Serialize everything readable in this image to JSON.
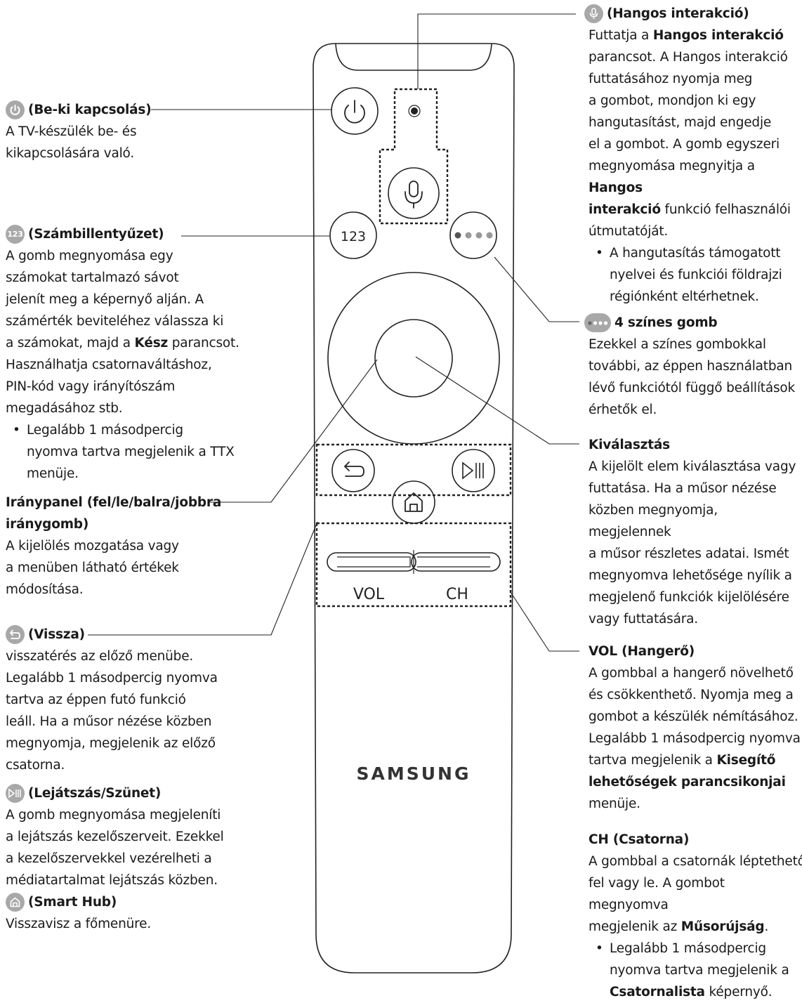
{
  "remote": {
    "btn_123": "123",
    "vol_label": "VOL",
    "ch_label": "CH",
    "brand": "SAMSUNG"
  },
  "power": {
    "title": "(Be-ki kapcsolás)",
    "desc_1": "A TV-készülék be- és",
    "desc_2": "kikapcsolására való."
  },
  "numpad": {
    "icon_text": "123",
    "title": "(Számbillentyűzet)",
    "desc": [
      "A gomb megnyomása egy",
      "számokat tartalmazó sávot",
      "jelenít meg a képernyő alján. A",
      "számérték beviteléhez válassza ki"
    ],
    "desc5_pre": "a számokat, majd a ",
    "desc5_bold": "Kész",
    "desc5_post": " parancsot.",
    "desc6": "Használhatja csatornaváltáshoz,",
    "desc7": "PIN-kód vagy irányítószám",
    "desc8": "megadásához stb.",
    "bullet_1": "Legalább 1 másodpercig",
    "bullet_2": "nyomva tartva megjelenik a TTX",
    "bullet_3": "menüje."
  },
  "dpad": {
    "title_1": "Iránypanel (fel/le/balra/jobbra",
    "title_2": "iránygomb)",
    "desc": [
      "A kijelölés mozgatása vagy",
      "a menüben látható értékek",
      "módosítása."
    ]
  },
  "back": {
    "title": "(Vissza)",
    "desc": [
      "visszatérés az előző menübe.",
      "Legalább 1 másodpercig nyomva",
      "tartva az éppen futó funkció",
      "leáll. Ha a műsor nézése közben",
      "megnyomja, megjelenik az előző",
      "csatorna."
    ]
  },
  "playpause": {
    "title": "(Lejátszás/Szünet)",
    "desc": [
      "A gomb megnyomása megjeleníti",
      "a lejátszás kezelőszerveit. Ezekkel",
      "a kezelőszervekkel vezérelheti a",
      "médiatartalmat lejátszás közben."
    ]
  },
  "smarthub": {
    "title": "(Smart Hub)",
    "desc": "Visszavisz a főmenüre."
  },
  "voice": {
    "title": "(Hangos interakció)",
    "l1_pre": "Futtatja a ",
    "l1_bold": "Hangos interakció",
    "l2": "parancsot. A Hangos interakció",
    "l3": "futtatásához nyomja meg",
    "l4": "a gombot, mondjon ki egy",
    "l5": "hangutasítást, majd engedje",
    "l6": "el a gombot. A gomb egyszeri",
    "l7_pre": "megnyomása megnyitja a ",
    "l7_bold": "Hangos",
    "l8_bold": "interakció",
    "l8_post": " funkció felhasználói",
    "l9": "útmutatóját.",
    "bullet_1": "A hangutasítás támogatott",
    "bullet_2": "nyelvei és funkciói földrajzi",
    "bullet_3": "régiónként eltérhetnek."
  },
  "colors": {
    "title": "4 színes gomb",
    "desc": [
      "Ezekkel a színes gombokkal",
      "további, az éppen használatban",
      "lévő funkciótól függő beállítások",
      "érhetők el."
    ]
  },
  "select": {
    "title": "Kiválasztás",
    "desc": [
      "A kijelölt elem kiválasztása vagy",
      "futtatása. Ha a műsor nézése",
      "közben megnyomja, megjelennek",
      "a műsor részletes adatai. Ismét",
      "megnyomva lehetősége nyílik a",
      "megjelenő funkciók kijelölésére",
      "vagy futtatására."
    ]
  },
  "vol": {
    "title": "VOL (Hangerő)",
    "desc": [
      "A gombbal a hangerő növelhető",
      "és csökkenthető. Nyomja meg a",
      "gombot a készülék némításához.",
      "Legalább 1 másodpercig nyomva"
    ],
    "l5_pre": "tartva megjelenik a ",
    "l5_bold": "Kisegítő",
    "l6_bold": "lehetőségek parancsikonjai",
    "l7": "menüje."
  },
  "ch": {
    "title": "CH (Csatorna)",
    "desc": [
      "A gombbal a csatornák léptethető",
      "fel vagy le. A gombot megnyomva"
    ],
    "l3_pre": "megjelenik az ",
    "l3_bold": "Műsorújság",
    "l3_post": ".",
    "bullet_1": "Legalább 1 másodpercig",
    "bullet_2": "nyomva tartva megjelenik a",
    "bullet_3_bold": "Csatornalista",
    "bullet_3_post": " képernyő."
  }
}
